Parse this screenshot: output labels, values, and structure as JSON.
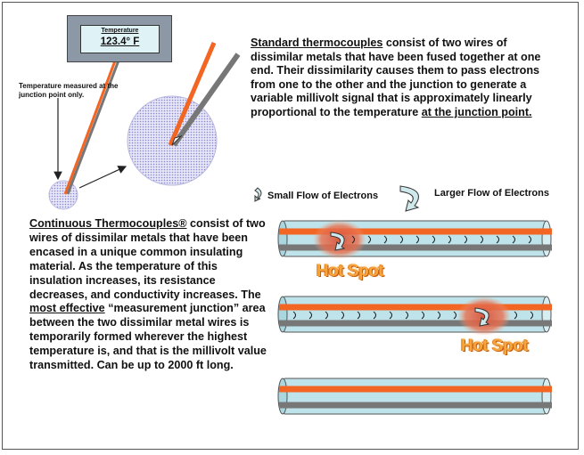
{
  "display": {
    "title": "Temperature",
    "value": "123.4° F"
  },
  "junction_note": "Temperature measured at the junction point  only.",
  "standard": {
    "term": "Standard thermocouples",
    "body": " consist of two wires of dissimilar metals that have been fused together at one end.  Their dissimilarity causes them to pass electrons from one to the other and the junction to generate a variable millivolt signal that is approximately linearly proportional to the temperature ",
    "tail": "at the junction point."
  },
  "continuous": {
    "term": "Continuous Thermocouples®",
    "body1": " consist of two wires of dissimilar metals that have been encased in a unique common insulating material.  As the temperature of this insulation increases, its resistance decreases, and conductivity increases.  The ",
    "emph": "most effective",
    "body2": " “measurement junction” area between the two dissimilar metal wires is temporarily formed wherever the highest temperature is, and that is the millivolt value transmitted. Can be up to 2000 ft long."
  },
  "flow": {
    "small": "Small Flow of Electrons",
    "large": "Larger Flow of Electrons"
  },
  "hot_spot": "Hot Spot",
  "colors": {
    "orange_wire": "#f26522",
    "gray_wire": "#777777",
    "tube": "#bfe3ea",
    "hot_glow": "#e05a3a",
    "circle": "#c8c8f0"
  },
  "icons": {
    "small_flow": "small-curved-arrow-icon",
    "large_flow": "large-curved-arrow-icon"
  }
}
